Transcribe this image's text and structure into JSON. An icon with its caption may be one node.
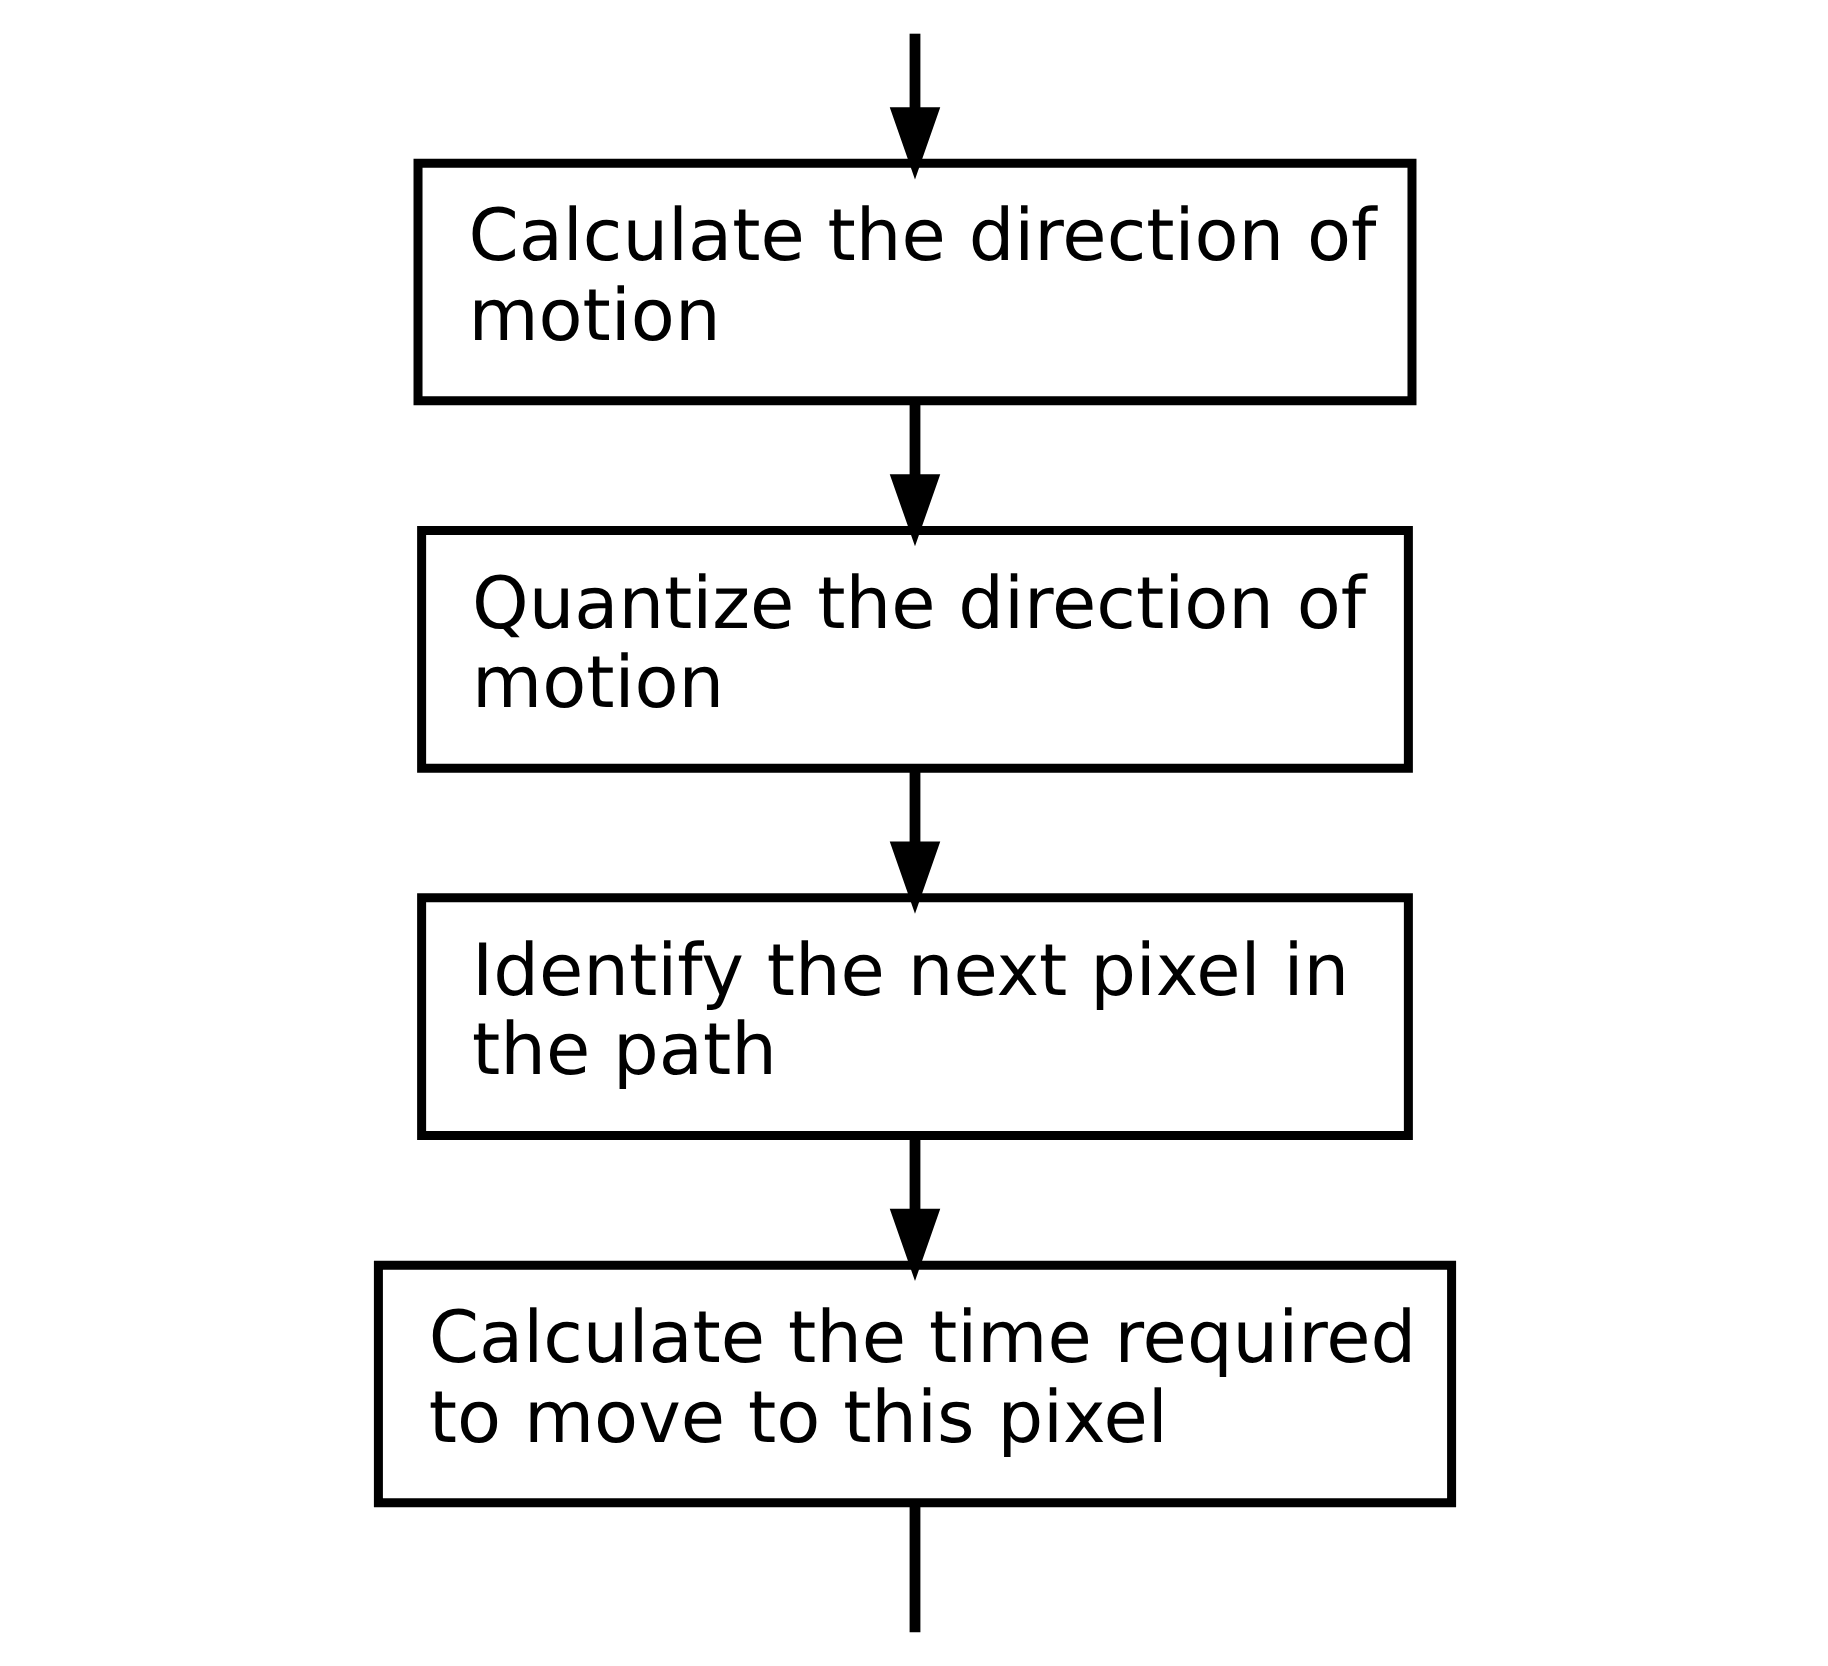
{
  "diagram": {
    "nodes": [
      {
        "text": [
          "Calculate the direction of motion"
        ]
      },
      {
        "text": [
          "Quantize the direction of motion"
        ]
      },
      {
        "text": [
          "Identify the next pixel in the path"
        ]
      },
      {
        "text": [
          "Calculate the time required to move to this pixel"
        ]
      }
    ],
    "edges": [
      {
        "from": null,
        "to": 0,
        "arrow": "to"
      },
      {
        "from": 0,
        "to": 1,
        "arrow": "to"
      },
      {
        "from": 1,
        "to": 2,
        "arrow": "to"
      },
      {
        "from": 2,
        "to": 3,
        "arrow": "to"
      },
      {
        "from": 3,
        "to": null,
        "arrow": "none"
      }
    ]
  }
}
